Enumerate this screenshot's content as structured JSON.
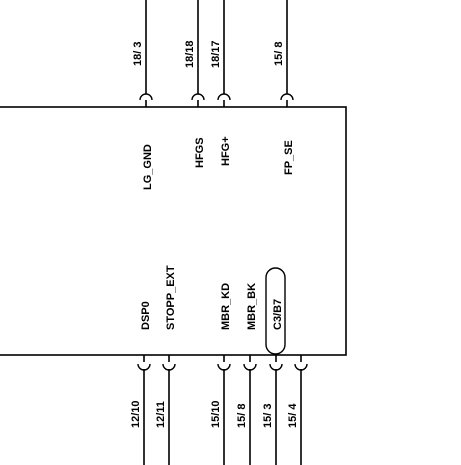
{
  "top_pins": [
    {
      "ref": "18/ 3",
      "signal": "LG_GND"
    },
    {
      "ref": "18/18",
      "signal": "HFGS"
    },
    {
      "ref": "18/17",
      "signal": "HFG+"
    },
    {
      "ref": "15/ 8",
      "signal": "FP_SE"
    }
  ],
  "bottom_pins": [
    {
      "ref": "12/10",
      "signal": "DSP0"
    },
    {
      "ref": "12/11",
      "signal": "STOPP_EXT"
    },
    {
      "ref": "15/10",
      "signal": "MBR_KD"
    },
    {
      "ref": "15/ 8",
      "signal": "MBR_BK"
    },
    {
      "ref": "15/ 3",
      "signal": "C3/B7"
    },
    {
      "ref": "15/ 4",
      "signal": ""
    }
  ]
}
